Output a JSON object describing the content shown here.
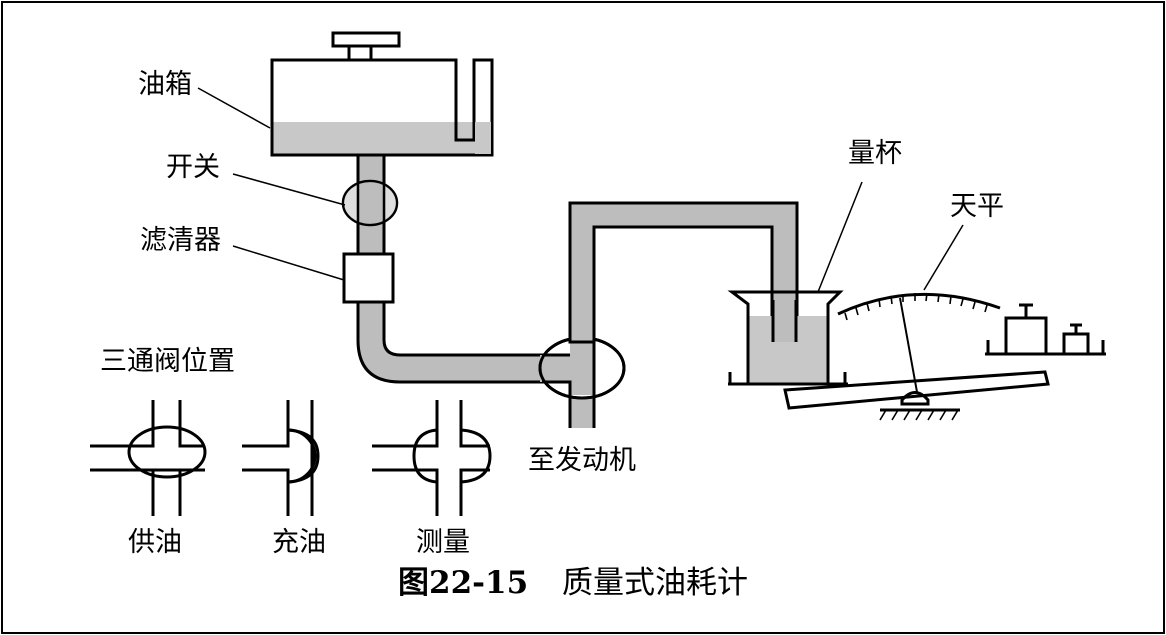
{
  "labels": {
    "oil_tank": "油箱",
    "switch": "开关",
    "filter": "滤清器",
    "valve_positions": "三通阀位置",
    "supply": "供油",
    "fill": "充油",
    "measure": "测量",
    "to_engine": "至发动机",
    "measuring_cup": "量杯",
    "balance": "天平"
  },
  "caption": {
    "number": "图22-15",
    "title": "质量式油耗计"
  },
  "colors": {
    "oil": "#c8c8c8",
    "pipe": "#bdbdbd",
    "line": "#000000",
    "background": "#ffffff"
  }
}
